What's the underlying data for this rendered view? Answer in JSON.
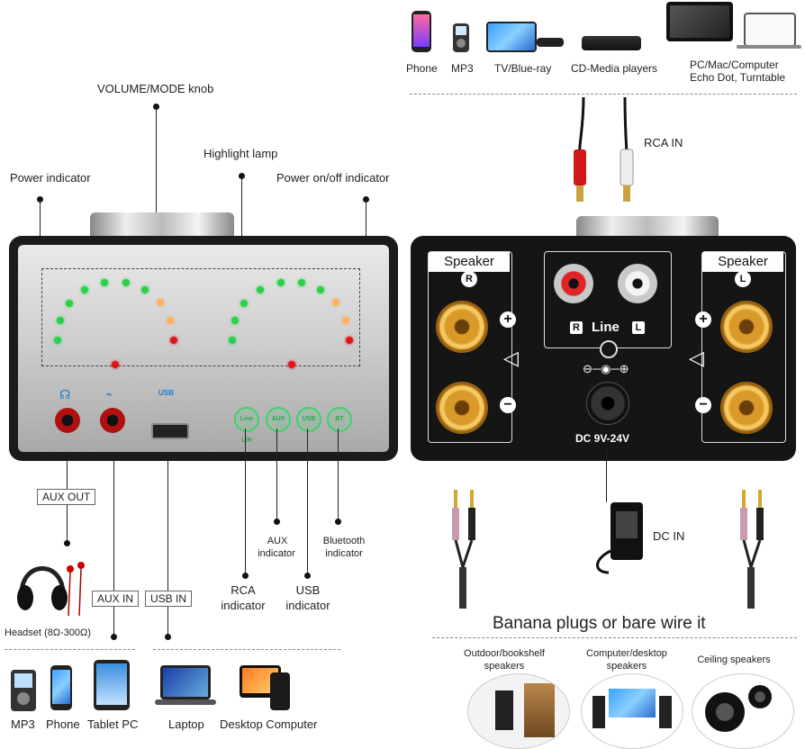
{
  "top_sources": {
    "phone": "Phone",
    "mp3": "MP3",
    "tv": "TV/Blue-ray",
    "cd": "CD-Media players",
    "pc_line1": "PC/Mac/Computer",
    "pc_line2": "Echo Dot, Turntable"
  },
  "rca_in": "RCA IN",
  "front_labels": {
    "volume_knob": "VOLUME/MODE knob",
    "highlight_lamp": "Highlight lamp",
    "power_indicator": "Power indicator",
    "power_onoff_indicator": "Power on/off indicator"
  },
  "front_panel": {
    "usb_glyph": "USB",
    "ind_line": "Line L/R",
    "ind_aux": "AUX",
    "ind_usb": "USB",
    "ind_bt": "BT"
  },
  "rear_panel": {
    "speaker_r": "Speaker",
    "speaker_l": "Speaker",
    "r_mark": "R",
    "l_mark": "L",
    "line_label": "Line",
    "dc_label": "DC 9V-24V",
    "plus": "+",
    "minus": "−"
  },
  "bottom_labels": {
    "aux_out": "AUX OUT",
    "aux_in": "AUX IN",
    "usb_in": "USB IN",
    "rca_indicator_1": "RCA",
    "rca_indicator_2": "indicator",
    "aux_indicator_1": "AUX",
    "aux_indicator_2": "indicator",
    "usb_indicator_1": "USB",
    "usb_indicator_2": "indicator",
    "bt_indicator_1": "Bluetooth",
    "bt_indicator_2": "indicator",
    "headset": "Headset (8Ω-300Ω)",
    "dc_in": "DC IN",
    "banana": "Banana plugs or bare wire it"
  },
  "bottom_devices": {
    "mp3": "MP3",
    "phone": "Phone",
    "tablet": "Tablet PC",
    "laptop": "Laptop",
    "desktop": "Desktop Computer"
  },
  "speakers": {
    "outdoor_1": "Outdoor/bookshelf",
    "outdoor_2": "speakers",
    "computer_1": "Computer/desktop",
    "computer_2": "speakers",
    "ceiling": "Ceiling speakers"
  }
}
